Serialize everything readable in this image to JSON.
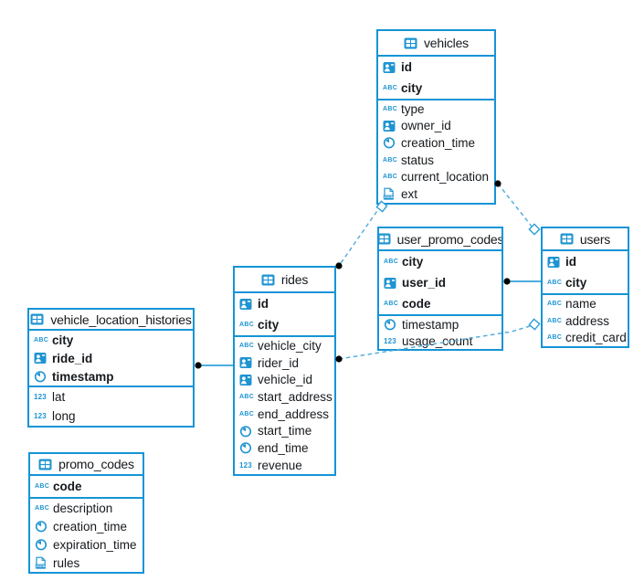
{
  "diagram": {
    "tables": [
      {
        "name": "vehicles",
        "columns": [
          {
            "name": "id",
            "icon": "person-id-icon",
            "pk": true
          },
          {
            "name": "city",
            "icon": "abc-icon",
            "pk": true
          },
          {
            "name": "type",
            "icon": "abc-icon",
            "pk": false
          },
          {
            "name": "owner_id",
            "icon": "person-id-icon",
            "pk": false
          },
          {
            "name": "creation_time",
            "icon": "clock-icon",
            "pk": false
          },
          {
            "name": "status",
            "icon": "abc-icon",
            "pk": false
          },
          {
            "name": "current_location",
            "icon": "abc-icon",
            "pk": false
          },
          {
            "name": "ext",
            "icon": "json-icon",
            "pk": false
          }
        ]
      },
      {
        "name": "user_promo_codes",
        "columns": [
          {
            "name": "city",
            "icon": "abc-icon",
            "pk": true
          },
          {
            "name": "user_id",
            "icon": "person-id-icon",
            "pk": true
          },
          {
            "name": "code",
            "icon": "abc-icon",
            "pk": true
          },
          {
            "name": "timestamp",
            "icon": "clock-icon",
            "pk": false
          },
          {
            "name": "usage_count",
            "icon": "num-icon",
            "pk": false
          }
        ]
      },
      {
        "name": "users",
        "columns": [
          {
            "name": "id",
            "icon": "person-id-icon",
            "pk": true
          },
          {
            "name": "city",
            "icon": "abc-icon",
            "pk": true
          },
          {
            "name": "name",
            "icon": "abc-icon",
            "pk": false
          },
          {
            "name": "address",
            "icon": "abc-icon",
            "pk": false
          },
          {
            "name": "credit_card",
            "icon": "abc-icon",
            "pk": false
          }
        ]
      },
      {
        "name": "rides",
        "columns": [
          {
            "name": "id",
            "icon": "person-id-icon",
            "pk": true
          },
          {
            "name": "city",
            "icon": "abc-icon",
            "pk": true
          },
          {
            "name": "vehicle_city",
            "icon": "abc-icon",
            "pk": false
          },
          {
            "name": "rider_id",
            "icon": "person-id-icon",
            "pk": false
          },
          {
            "name": "vehicle_id",
            "icon": "person-id-icon",
            "pk": false
          },
          {
            "name": "start_address",
            "icon": "abc-icon",
            "pk": false
          },
          {
            "name": "end_address",
            "icon": "abc-icon",
            "pk": false
          },
          {
            "name": "start_time",
            "icon": "clock-icon",
            "pk": false
          },
          {
            "name": "end_time",
            "icon": "clock-icon",
            "pk": false
          },
          {
            "name": "revenue",
            "icon": "num-icon",
            "pk": false
          }
        ]
      },
      {
        "name": "vehicle_location_histories",
        "columns": [
          {
            "name": "city",
            "icon": "abc-icon",
            "pk": true
          },
          {
            "name": "ride_id",
            "icon": "person-id-icon",
            "pk": true
          },
          {
            "name": "timestamp",
            "icon": "clock-icon",
            "pk": true
          },
          {
            "name": "lat",
            "icon": "num-icon",
            "pk": false
          },
          {
            "name": "long",
            "icon": "num-icon",
            "pk": false
          }
        ]
      },
      {
        "name": "promo_codes",
        "columns": [
          {
            "name": "code",
            "icon": "abc-icon",
            "pk": true
          },
          {
            "name": "description",
            "icon": "abc-icon",
            "pk": false
          },
          {
            "name": "creation_time",
            "icon": "clock-icon",
            "pk": false
          },
          {
            "name": "expiration_time",
            "icon": "clock-icon",
            "pk": false
          },
          {
            "name": "rules",
            "icon": "json-icon",
            "pk": false
          }
        ]
      }
    ],
    "relationships": [
      {
        "a": "vehicles",
        "b": "rides",
        "line": "dashed"
      },
      {
        "a": "vehicles",
        "b": "users",
        "line": "dashed"
      },
      {
        "a": "rides",
        "b": "users",
        "line": "dashed"
      },
      {
        "a": "user_promo_codes",
        "b": "users",
        "line": "solid"
      },
      {
        "a": "vehicle_location_histories",
        "b": "rides",
        "line": "solid"
      }
    ],
    "colors": {
      "table_border": "#1494d6",
      "icon": "#1e94d2",
      "connector_solid": "#1494d6",
      "connector_dashed": "#58aedd",
      "marker_outline": "#2d9fd8",
      "dot": "#000000",
      "text": "#15191d",
      "background": "#ffffff"
    }
  }
}
